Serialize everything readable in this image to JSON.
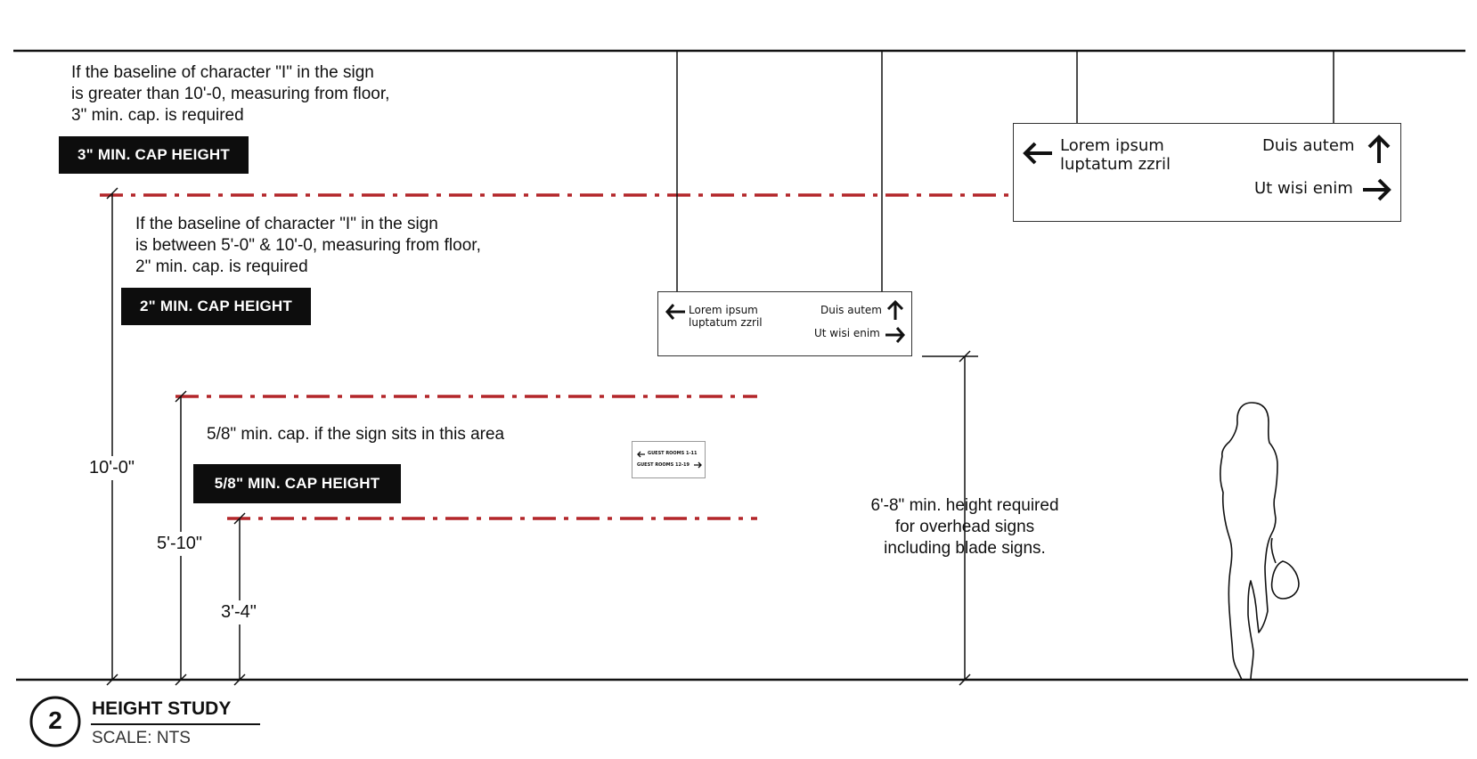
{
  "notes": {
    "tier3": [
      "If the baseline of character \"I\" in the sign",
      "is greater than 10'-0, measuring from floor,",
      "3\" min. cap. is required"
    ],
    "tier2": [
      "If the baseline of character \"I\" in the sign",
      "is between 5'-0\" & 10'-0, measuring from floor,",
      "2\" min. cap. is required"
    ],
    "tier1": "5/8\" min. cap. if the sign sits in this area",
    "overhead": [
      "6'-8\" min. height required",
      "for overhead signs",
      "including blade signs."
    ]
  },
  "badges": {
    "tier3": "3\" MIN. CAP HEIGHT",
    "tier2": "2\" MIN. CAP HEIGHT",
    "tier1": "5/8\" MIN. CAP HEIGHT"
  },
  "dimensions": {
    "d1": "10'-0\"",
    "d2": "5'-10\"",
    "d3": "3'-4\""
  },
  "signs": {
    "large": {
      "line1": "Lorem ipsum",
      "line2": "luptatum zzril",
      "right1": "Duis autem",
      "right2": "Ut wisi enim"
    },
    "medium": {
      "line1": "Lorem ipsum",
      "line2": "luptatum zzril",
      "right1": "Duis autem",
      "right2": "Ut wisi enim"
    },
    "small": {
      "row1": "GUEST ROOMS 1-11",
      "row2": "GUEST ROOMS 12-19"
    }
  },
  "title_block": {
    "number": "2",
    "title": "HEIGHT STUDY",
    "scale": "SCALE: NTS"
  },
  "colors": {
    "guide_line": "#b3262a",
    "ink": "#111111"
  }
}
